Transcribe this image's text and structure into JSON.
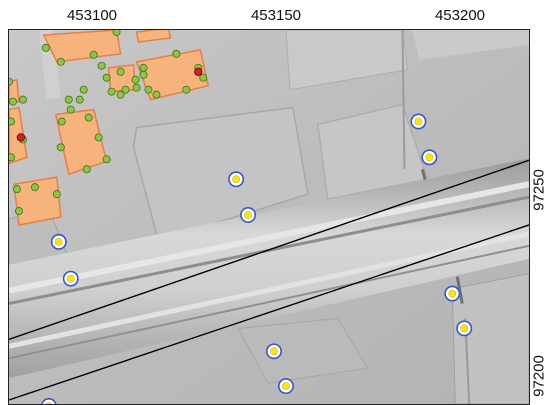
{
  "axes": {
    "x_ticks": [
      {
        "label": "453100",
        "value": 453100
      },
      {
        "label": "453150",
        "value": 453150
      },
      {
        "label": "453200",
        "value": 453200
      }
    ],
    "y_ticks": [
      {
        "label": "97250",
        "value": 97250
      },
      {
        "label": "97200",
        "value": 97200
      }
    ]
  },
  "colors": {
    "building_fill": "#f6b37c",
    "building_stroke": "#e57f45",
    "vertex_fill": "#8ec63f",
    "vertex_stroke": "#3e6d1a",
    "highlight_vertex_fill": "#d41f26",
    "control_point_fill": "#ffe600",
    "control_point_ring": "#3355c8",
    "boundary_line": "#000000"
  },
  "map_items": {
    "buildings": 8,
    "building_vertices": 40,
    "highlighted_vertices": 2,
    "control_points": 11,
    "boundary_lines": 2
  }
}
